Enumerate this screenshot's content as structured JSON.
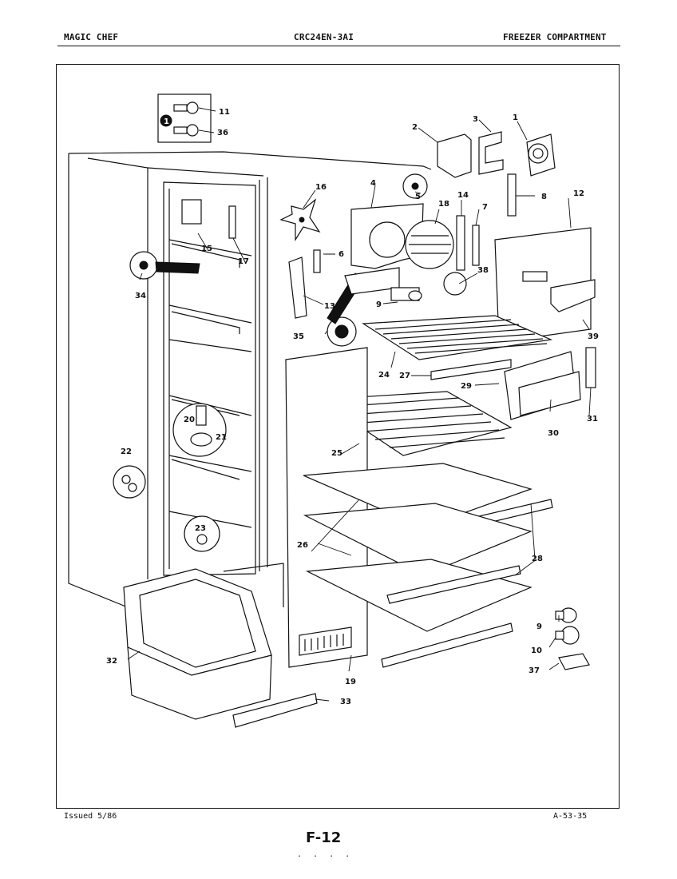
{
  "header": {
    "brand": "MAGIC CHEF",
    "model": "CRC24EN-3AI",
    "section": "FREEZER COMPARTMENT"
  },
  "footer": {
    "issued": "Issued 5/86",
    "code": "A-53-35",
    "page": "F-12",
    "dots": ". .  . ."
  },
  "inset_marker": "1",
  "callouts": [
    {
      "id": "c1",
      "label": "1"
    },
    {
      "id": "c2",
      "label": "2"
    },
    {
      "id": "c3",
      "label": "3"
    },
    {
      "id": "c4",
      "label": "4"
    },
    {
      "id": "c5",
      "label": "5"
    },
    {
      "id": "c6",
      "label": "6"
    },
    {
      "id": "c7",
      "label": "7"
    },
    {
      "id": "c8",
      "label": "8"
    },
    {
      "id": "c9a",
      "label": "9"
    },
    {
      "id": "c9b",
      "label": "9"
    },
    {
      "id": "c10",
      "label": "10"
    },
    {
      "id": "c11",
      "label": "11"
    },
    {
      "id": "c12",
      "label": "12"
    },
    {
      "id": "c13",
      "label": "13"
    },
    {
      "id": "c14",
      "label": "14"
    },
    {
      "id": "c15",
      "label": "15"
    },
    {
      "id": "c16",
      "label": "16"
    },
    {
      "id": "c17",
      "label": "17"
    },
    {
      "id": "c18",
      "label": "18"
    },
    {
      "id": "c19",
      "label": "19"
    },
    {
      "id": "c20",
      "label": "20"
    },
    {
      "id": "c21",
      "label": "21"
    },
    {
      "id": "c22",
      "label": "22"
    },
    {
      "id": "c23",
      "label": "23"
    },
    {
      "id": "c24",
      "label": "24"
    },
    {
      "id": "c25",
      "label": "25"
    },
    {
      "id": "c26",
      "label": "26"
    },
    {
      "id": "c27",
      "label": "27"
    },
    {
      "id": "c28",
      "label": "28"
    },
    {
      "id": "c29",
      "label": "29"
    },
    {
      "id": "c30",
      "label": "30"
    },
    {
      "id": "c31",
      "label": "31"
    },
    {
      "id": "c32",
      "label": "32"
    },
    {
      "id": "c33",
      "label": "33"
    },
    {
      "id": "c34",
      "label": "34"
    },
    {
      "id": "c35",
      "label": "35"
    },
    {
      "id": "c36",
      "label": "36"
    },
    {
      "id": "c37",
      "label": "37"
    },
    {
      "id": "c38",
      "label": "38"
    },
    {
      "id": "c39",
      "label": "39"
    }
  ]
}
